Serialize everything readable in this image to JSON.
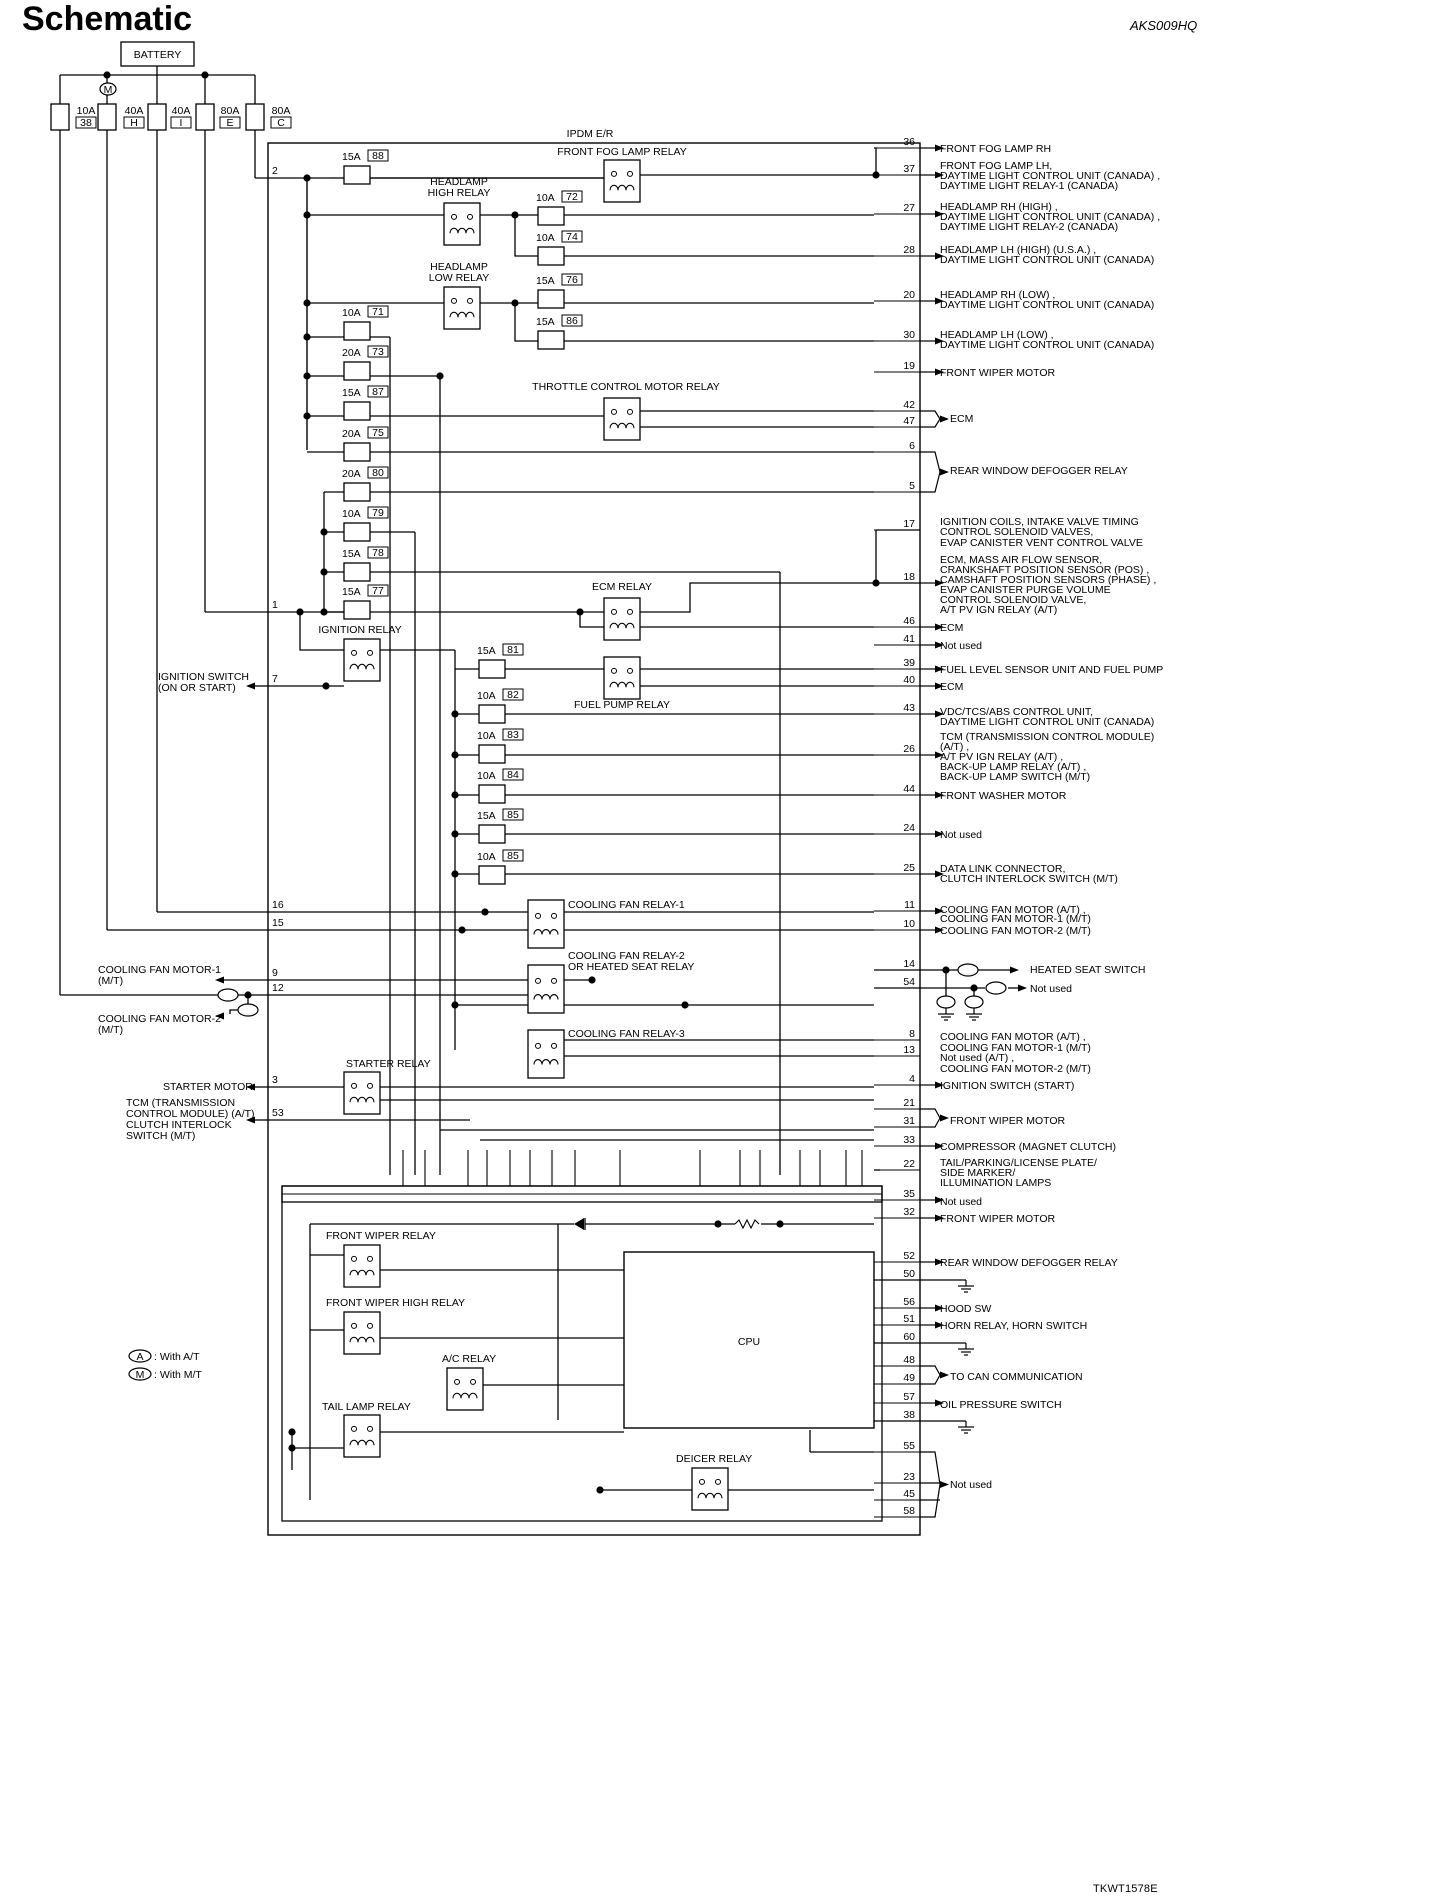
{
  "title": "Schematic",
  "doc_code": "AKS009HQ",
  "figure_code": "TKWT1578E",
  "battery_label": "BATTERY",
  "ipdm_label": "IPDM E/R",
  "cpu_label": "CPU",
  "legend": [
    {
      "letter": "A",
      "text": ": With A/T"
    },
    {
      "letter": "M",
      "text": ": With M/T"
    }
  ],
  "main_fuses": [
    {
      "amp": "10A",
      "id": "38"
    },
    {
      "amp": "40A",
      "id": "H"
    },
    {
      "amp": "40A",
      "id": "I"
    },
    {
      "amp": "80A",
      "id": "E"
    },
    {
      "amp": "80A",
      "id": "C"
    }
  ],
  "fuses": [
    {
      "amp": "15A",
      "id": "88"
    },
    {
      "amp": "10A",
      "id": "72"
    },
    {
      "amp": "10A",
      "id": "74"
    },
    {
      "amp": "15A",
      "id": "76"
    },
    {
      "amp": "15A",
      "id": "86"
    },
    {
      "amp": "10A",
      "id": "71"
    },
    {
      "amp": "20A",
      "id": "73"
    },
    {
      "amp": "15A",
      "id": "87"
    },
    {
      "amp": "20A",
      "id": "75"
    },
    {
      "amp": "20A",
      "id": "80"
    },
    {
      "amp": "10A",
      "id": "79"
    },
    {
      "amp": "15A",
      "id": "78"
    },
    {
      "amp": "15A",
      "id": "77"
    },
    {
      "amp": "15A",
      "id": "81"
    },
    {
      "amp": "10A",
      "id": "82"
    },
    {
      "amp": "10A",
      "id": "83"
    },
    {
      "amp": "10A",
      "id": "84"
    },
    {
      "amp": "15A",
      "id": "85"
    },
    {
      "amp": "10A",
      "id": "85"
    }
  ],
  "relays": [
    "FRONT FOG LAMP RELAY",
    "HEADLAMP",
    "HIGH RELAY",
    "HEADLAMP",
    "LOW RELAY",
    "THROTTLE CONTROL MOTOR RELAY",
    "ECM RELAY",
    "IGNITION RELAY",
    "FUEL PUMP RELAY",
    "COOLING FAN RELAY-1",
    "COOLING FAN RELAY-2",
    "OR HEATED SEAT RELAY",
    "COOLING FAN RELAY-3",
    "STARTER RELAY",
    "FRONT WIPER RELAY",
    "FRONT WIPER HIGH RELAY",
    "A/C RELAY",
    "TAIL LAMP RELAY",
    "DEICER RELAY"
  ],
  "left_pins": [
    "2",
    "1",
    "7",
    "16",
    "15",
    "9",
    "12",
    "3",
    "53"
  ],
  "left_labels": [
    "IGNITION SWITCH",
    "(ON OR START)",
    "COOLING FAN MOTOR-1",
    "(M/T)",
    "COOLING FAN MOTOR-2",
    "(M/T)",
    "STARTER MOTOR",
    "TCM (TRANSMISSION",
    "CONTROL MODULE) (A/T)",
    "CLUTCH INTERLOCK",
    "SWITCH (M/T)"
  ],
  "right_pins": [
    "36",
    "37",
    "27",
    "28",
    "20",
    "30",
    "19",
    "42",
    "47",
    "6",
    "5",
    "17",
    "18",
    "46",
    "41",
    "39",
    "40",
    "43",
    "26",
    "44",
    "24",
    "25",
    "11",
    "10",
    "14",
    "54",
    "8",
    "13",
    "4",
    "21",
    "31",
    "33",
    "22",
    "35",
    "32",
    "52",
    "50",
    "56",
    "51",
    "60",
    "48",
    "49",
    "57",
    "38",
    "55",
    "23",
    "45",
    "58"
  ],
  "right_labels": [
    "FRONT FOG LAMP RH",
    "FRONT FOG LAMP LH,",
    "DAYTIME LIGHT CONTROL UNIT (CANADA) ,",
    "DAYTIME LIGHT RELAY-1 (CANADA)",
    "HEADLAMP RH (HIGH) ,",
    "DAYTIME LIGHT CONTROL UNIT (CANADA) ,",
    "DAYTIME LIGHT RELAY-2 (CANADA)",
    "HEADLAMP LH (HIGH) (U.S.A.) ,",
    "DAYTIME LIGHT CONTROL UNIT (CANADA)",
    "HEADLAMP RH (LOW) ,",
    "DAYTIME LIGHT CONTROL UNIT (CANADA)",
    "HEADLAMP LH (LOW) ,",
    "DAYTIME LIGHT CONTROL UNIT (CANADA)",
    "FRONT WIPER MOTOR",
    "ECM",
    "REAR WINDOW DEFOGGER RELAY",
    "IGNITION COILS, INTAKE VALVE TIMING",
    "CONTROL SOLENOID VALVES,",
    "EVAP CANISTER VENT CONTROL VALVE",
    "ECM, MASS AIR FLOW SENSOR,",
    "CRANKSHAFT POSITION SENSOR (POS) ,",
    "CAMSHAFT POSITION SENSORS (PHASE) ,",
    "EVAP CANISTER PURGE VOLUME",
    "CONTROL SOLENOID VALVE,",
    "A/T PV IGN RELAY (A/T)",
    "ECM",
    "Not used",
    "FUEL LEVEL SENSOR UNIT AND FUEL PUMP",
    "ECM",
    "VDC/TCS/ABS CONTROL UNIT,",
    "DAYTIME LIGHT CONTROL UNIT (CANADA)",
    "TCM (TRANSMISSION CONTROL MODULE)",
    "(A/T) ,",
    "A/T PV IGN RELAY (A/T) ,",
    "BACK-UP LAMP RELAY (A/T) ,",
    "BACK-UP LAMP SWITCH (M/T)",
    "FRONT WASHER MOTOR",
    "Not used",
    "DATA LINK CONNECTOR,",
    "CLUTCH INTERLOCK SWITCH (M/T)",
    "COOLING FAN MOTOR (A/T) ,",
    "COOLING FAN MOTOR-1 (M/T)",
    "COOLING FAN MOTOR-2 (M/T)",
    "HEATED SEAT SWITCH",
    "Not used",
    "COOLING FAN MOTOR (A/T) ,",
    "COOLING FAN MOTOR-1 (M/T)",
    "Not used (A/T) ,",
    "COOLING FAN MOTOR-2 (M/T)",
    "IGNITION SWITCH (START)",
    "FRONT WIPER MOTOR",
    "COMPRESSOR (MAGNET CLUTCH)",
    "TAIL/PARKING/LICENSE PLATE/",
    "SIDE MARKER/",
    "ILLUMINATION LAMPS",
    "Not used",
    "FRONT WIPER MOTOR",
    "REAR WINDOW DEFOGGER RELAY",
    "HOOD SW",
    "HORN RELAY, HORN SWITCH",
    "TO CAN COMMUNICATION",
    "OIL PRESSURE SWITCH",
    "Not used"
  ]
}
